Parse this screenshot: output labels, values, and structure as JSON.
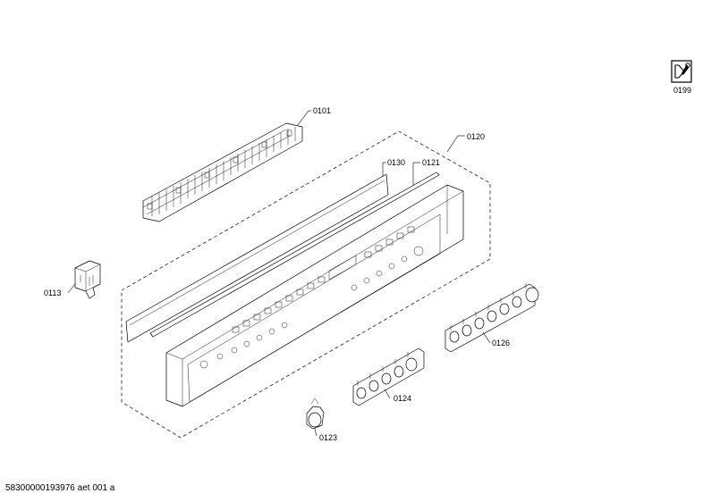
{
  "labels": {
    "l0101": "0101",
    "l0120": "0120",
    "l0130": "0130",
    "l0121": "0121",
    "l0113": "0113",
    "l0126": "0126",
    "l0124": "0124",
    "l0123": "0123",
    "l0199": "0199"
  },
  "footer": {
    "code": "58300000193976 aet 001 a"
  }
}
